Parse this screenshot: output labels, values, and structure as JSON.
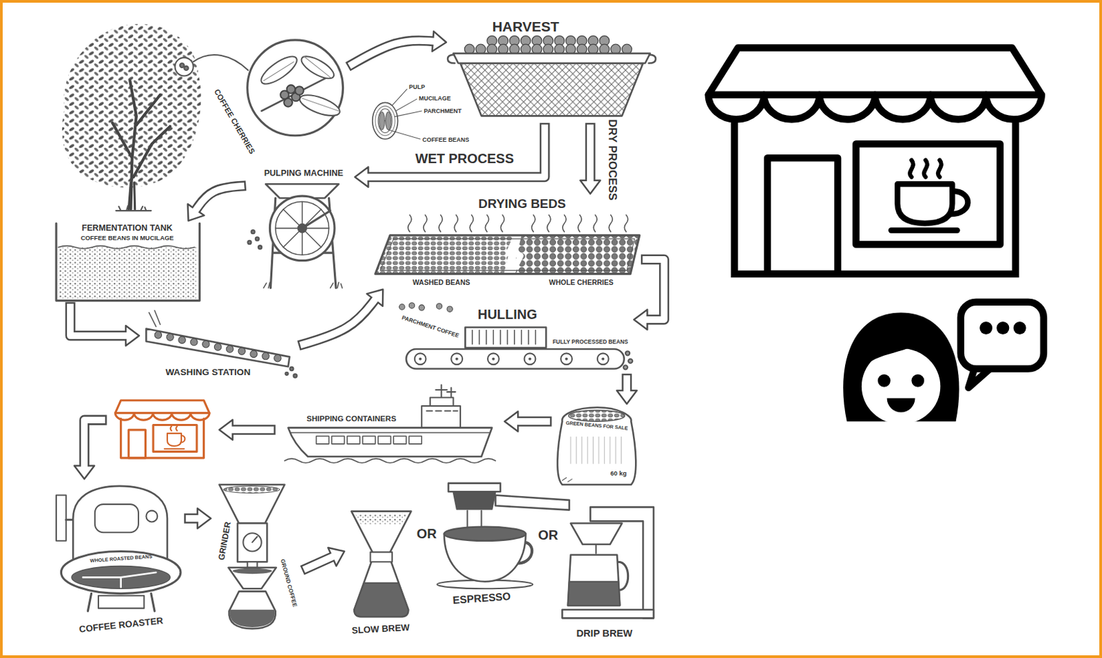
{
  "diagram": {
    "nodes": [
      {
        "text": [
          "COFFEE CHERRIES"
        ]
      },
      {
        "text": [
          "HARVEST"
        ]
      },
      {
        "text": [
          "PULPING MACHINE"
        ]
      },
      {
        "text": [
          "FERMENTATION TANK",
          "COFFEE BEANS IN MUCILAGE"
        ]
      },
      {
        "text": [
          "WASHING STATION"
        ]
      },
      {
        "text": [
          "DRYING BEDS",
          "WASHED BEANS",
          "WHOLE CHERRIES"
        ]
      },
      {
        "text": [
          "HULLING",
          "PARCHMENT COFFEE",
          "FULLY PROCESSED BEANS"
        ]
      },
      {
        "text": [
          "GREEN BEANS FOR SALE",
          "60 kg"
        ]
      },
      {
        "text": [
          "SHIPPING CONTAINERS"
        ]
      },
      {
        "text": [
          "WHOLE ROASTED BEANS",
          "COFFEE ROASTER"
        ]
      },
      {
        "text": [
          "GRINDER",
          "GROUND COFFEE"
        ]
      },
      {
        "text": [
          "SLOW BREW"
        ]
      },
      {
        "text": [
          "ESPRESSO"
        ]
      },
      {
        "text": [
          "DRIP BREW"
        ]
      }
    ],
    "edges": [
      {
        "from": 0,
        "to": 1,
        "arrow": "to"
      },
      {
        "from": 1,
        "to": 2,
        "label": "WET PROCESS",
        "arrow": "to"
      },
      {
        "from": 1,
        "to": 5,
        "label": "DRY PROCESS",
        "arrow": "to"
      },
      {
        "from": 2,
        "to": 3,
        "arrow": "to"
      },
      {
        "from": 3,
        "to": 4,
        "arrow": "to"
      },
      {
        "from": 4,
        "to": 5,
        "arrow": "to"
      },
      {
        "from": 5,
        "to": 6,
        "arrow": "to"
      },
      {
        "from": 6,
        "to": 7,
        "arrow": "to"
      },
      {
        "from": 7,
        "to": 8,
        "arrow": "to"
      },
      {
        "from": 9,
        "to": 10,
        "arrow": "to"
      },
      {
        "from": 10,
        "to": 11,
        "arrow": "to"
      }
    ],
    "labels": [
      "PULP",
      "MUCILAGE",
      "PARCHMENT",
      "COFFEE BEANS",
      "OR",
      "OR"
    ]
  }
}
